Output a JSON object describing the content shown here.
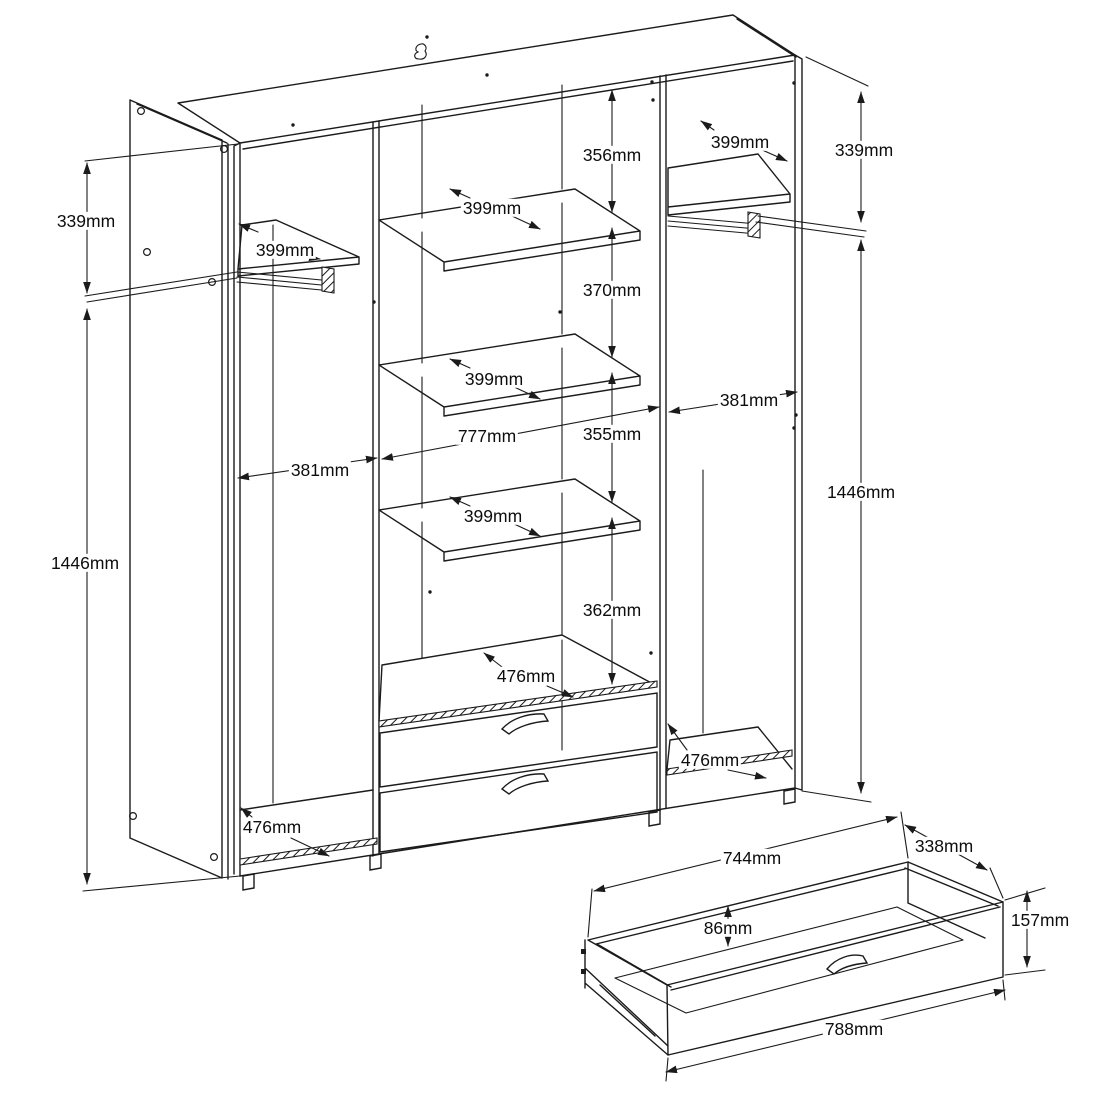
{
  "drawing": {
    "kind": "wardrobe assembly dimension diagram",
    "background": "#ffffff",
    "line_color": "#1b1b1b",
    "unit": "mm"
  },
  "wardrobe": {
    "left_compartment": {
      "top_gap": "339mm",
      "shelf_depth": "399mm",
      "inner_width": "381mm",
      "inner_height": "1446mm",
      "floor_depth": "476mm"
    },
    "middle_compartment": {
      "shelf_gaps": [
        "356mm",
        "370mm",
        "355mm",
        "362mm"
      ],
      "shelf_depths": [
        "399mm",
        "399mm",
        "399mm"
      ],
      "inner_width": "777mm",
      "floor_depth": "476mm"
    },
    "right_compartment": {
      "top_gap": "339mm",
      "shelf_depth": "399mm",
      "inner_width": "381mm",
      "inner_height": "1446mm",
      "floor_depth": "476mm"
    }
  },
  "drawer_detail": {
    "inner_width": "744mm",
    "depth": "338mm",
    "inner_height": "86mm",
    "height": "157mm",
    "outer_width": "788mm"
  }
}
